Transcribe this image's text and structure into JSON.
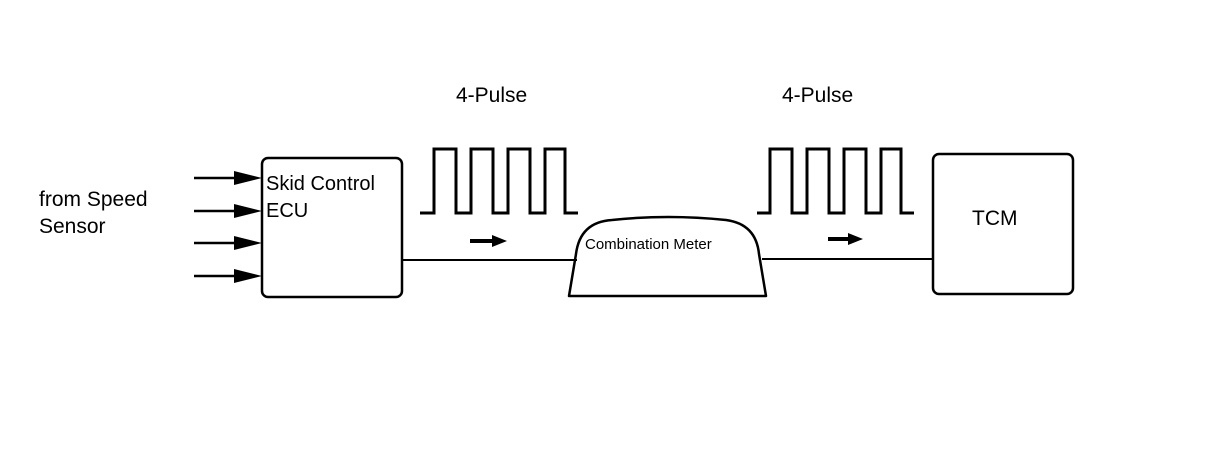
{
  "diagram": {
    "source": {
      "line1": "from Speed",
      "line2": "Sensor"
    },
    "ecu": {
      "line1": "Skid Control",
      "line2": "ECU"
    },
    "pulse_left": {
      "label": "4-Pulse"
    },
    "pulse_right": {
      "label": "4-Pulse"
    },
    "meter": {
      "label": "Combination Meter"
    },
    "tcm": {
      "label": "TCM"
    },
    "colors": {
      "stroke": "#000000",
      "background": "#ffffff"
    },
    "icons": {
      "input_arrows": "arrow-right-icon",
      "flow_arrows": "arrow-right-icon",
      "pulse_trains": "square-wave-icon"
    }
  }
}
